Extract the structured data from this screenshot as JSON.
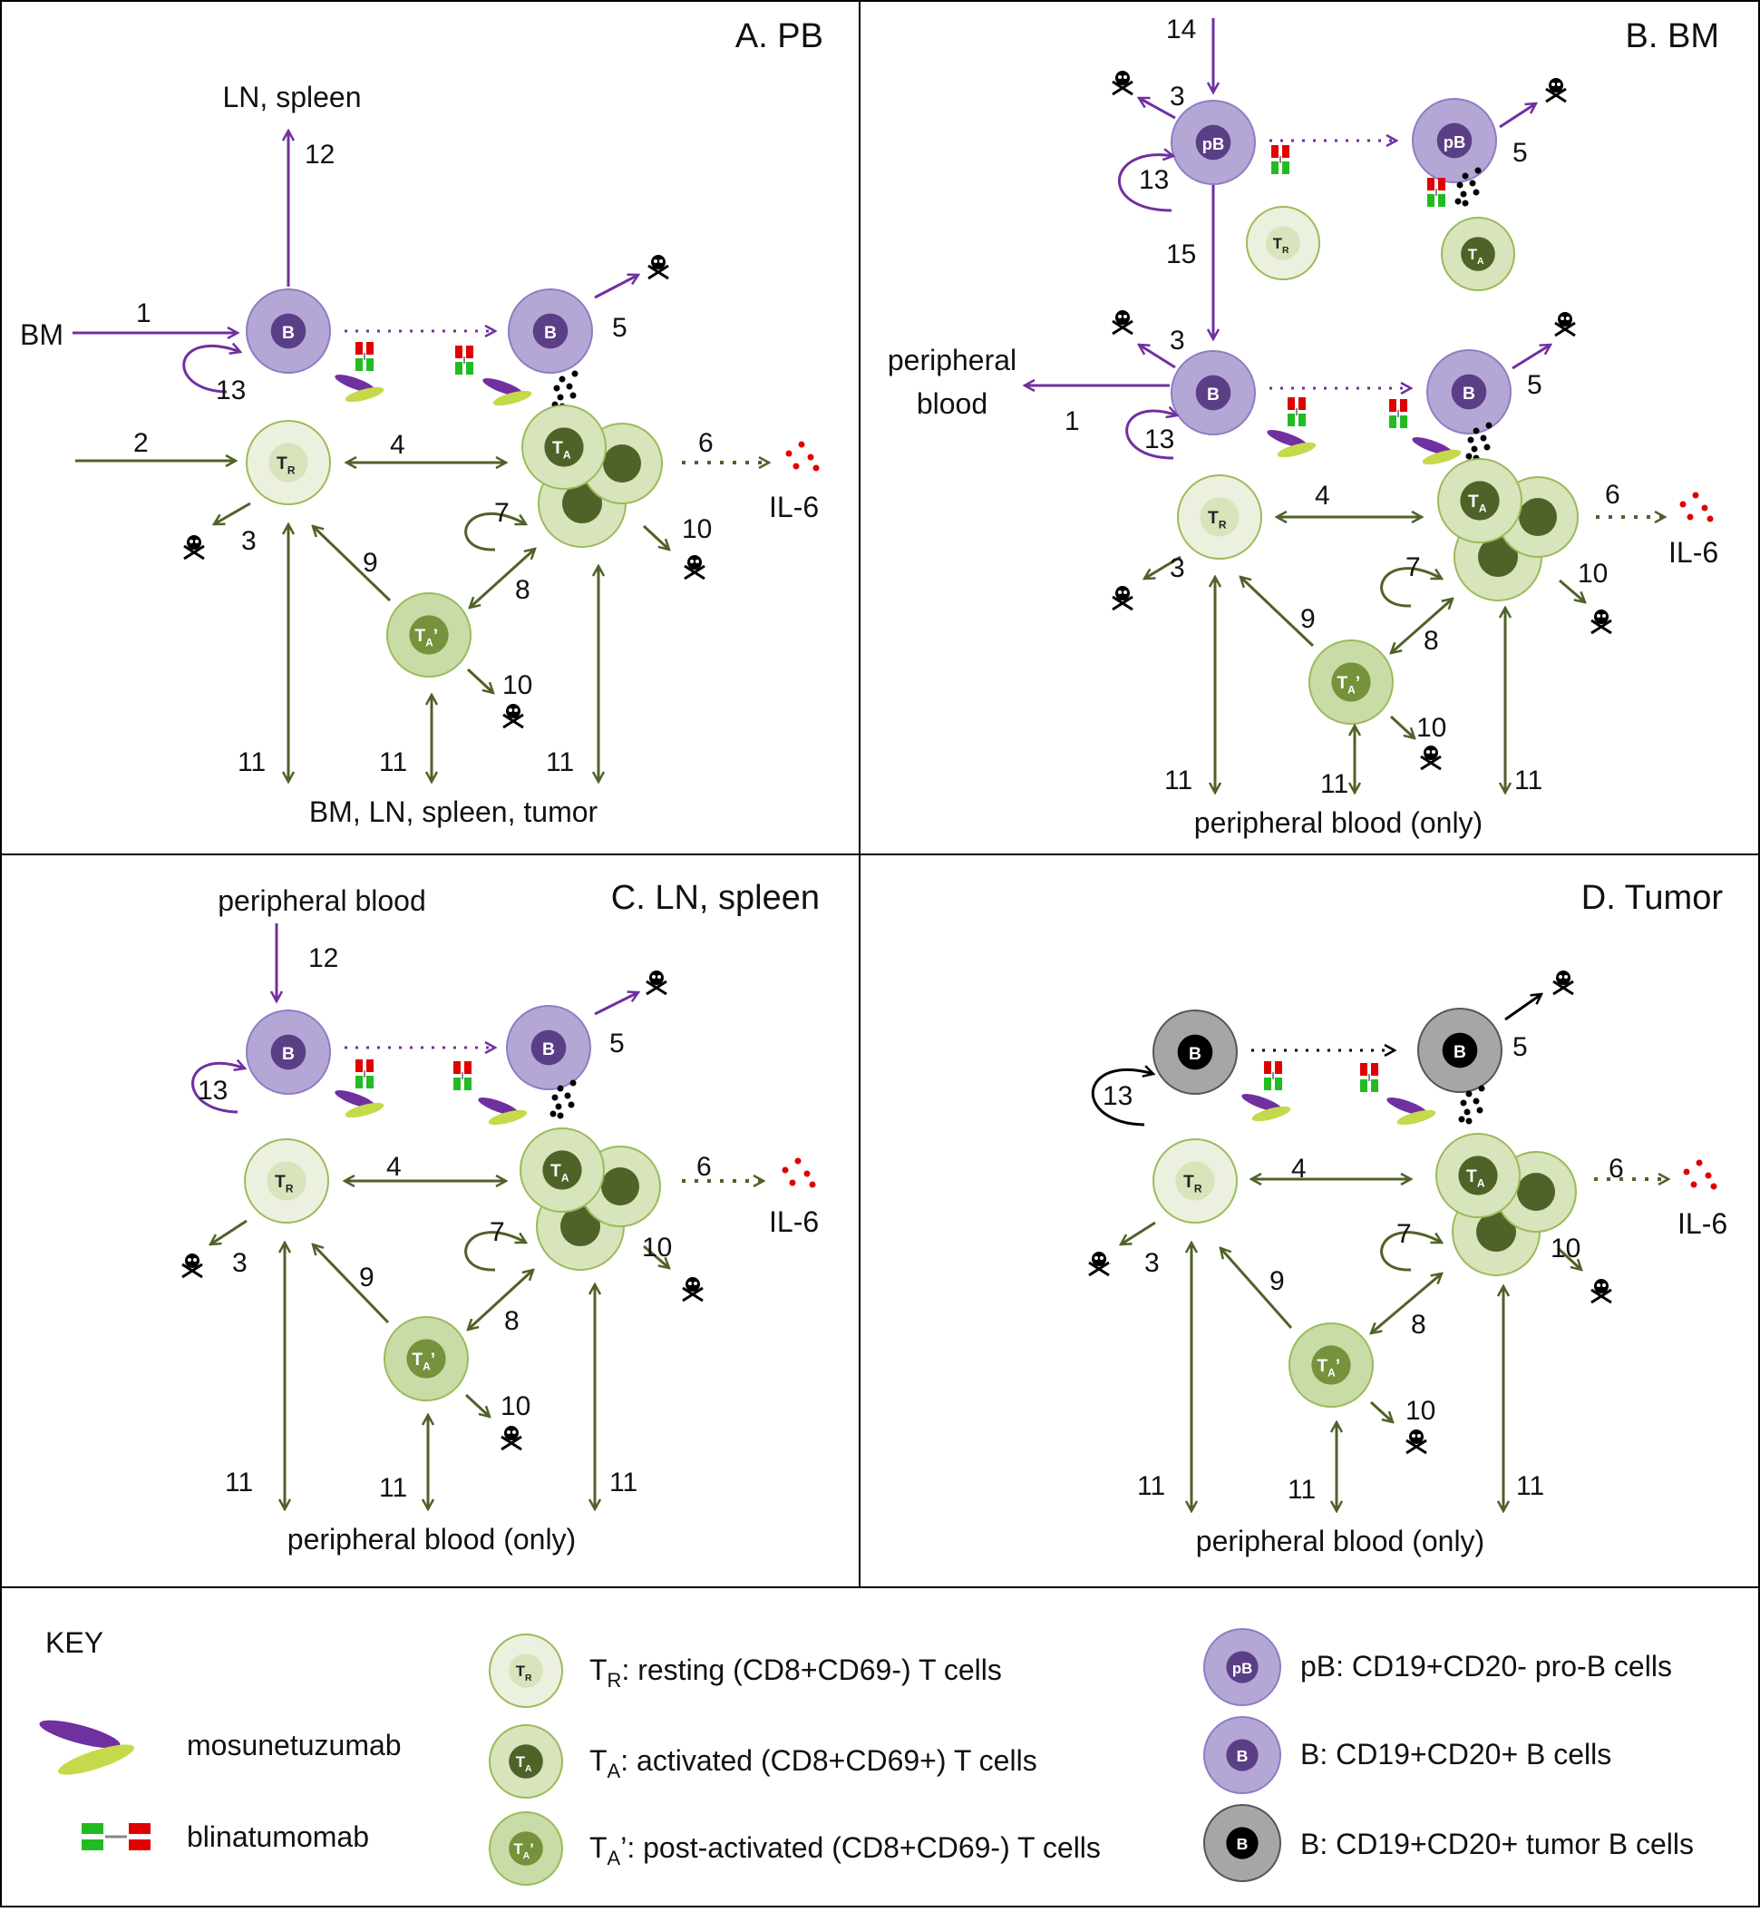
{
  "panels": {
    "A": {
      "title": "A. PB",
      "top_label": "LN, spleen",
      "left_label": "BM",
      "bottom_label": "BM, LN, spleen, tumor",
      "il6": "IL-6",
      "nums": [
        "1",
        "2",
        "3",
        "4",
        "5",
        "6",
        "7",
        "8",
        "9",
        "10",
        "10",
        "11",
        "11",
        "11",
        "12",
        "13"
      ]
    },
    "B": {
      "title": "B. BM",
      "left_label_1": "peripheral",
      "left_label_2": "blood",
      "bottom_label": "peripheral blood (only)",
      "il6": "IL-6",
      "nums": [
        "14",
        "3",
        "13",
        "15",
        "5",
        "3",
        "5",
        "1",
        "13",
        "4",
        "6",
        "3",
        "7",
        "10",
        "9",
        "8",
        "10",
        "11",
        "11",
        "11"
      ]
    },
    "C": {
      "title": "C. LN, spleen",
      "top_label": "peripheral blood",
      "bottom_label": "peripheral blood (only)",
      "il6": "IL-6",
      "nums": [
        "12",
        "13",
        "5",
        "4",
        "6",
        "3",
        "7",
        "10",
        "9",
        "8",
        "10",
        "11",
        "11",
        "11"
      ]
    },
    "D": {
      "title": "D. Tumor",
      "bottom_label": "peripheral blood (only)",
      "il6": "IL-6",
      "nums": [
        "13",
        "5",
        "4",
        "6",
        "3",
        "7",
        "10",
        "9",
        "8",
        "10",
        "11",
        "11",
        "11"
      ]
    }
  },
  "cells": {
    "B": "B",
    "pB": "pB",
    "TR": "T",
    "TR_sub": "R",
    "TA": "T",
    "TA_sub": "A",
    "TAp_sub": "A",
    "TAp_prime": "’"
  },
  "key": {
    "title": "KEY",
    "mosunetuzumab": "mosunetuzumab",
    "blinatumomab": "blinatumomab",
    "tr_desc": ": resting (CD8+CD69-) T cells",
    "ta_desc": ": activated (CD8+CD69+) T cells",
    "tap_desc": "’: post-activated (CD8+CD69-) T cells",
    "pb_desc": "pB: CD19+CD20- pro-B cells",
    "b_desc": "B: CD19+CD20+ B cells",
    "tumor_desc": "B: CD19+CD20+ tumor B cells"
  },
  "colors": {
    "purple": "#7030a0",
    "green": "#4f6228",
    "b_fill": "#b4a7d6",
    "b_inner": "#5b3f86",
    "t_light": "#ebf1de",
    "t_mid": "#d7e4bc",
    "t_dark": "#4f6228",
    "tumor_fill": "#a6a6a6",
    "red_dot": "#e00000"
  }
}
